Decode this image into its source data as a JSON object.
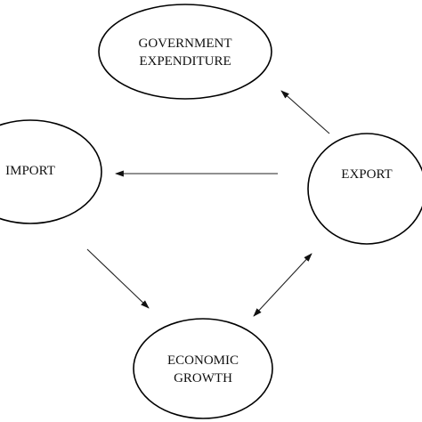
{
  "diagram": {
    "nodes": {
      "government": {
        "line1": "GOVERNMENT",
        "line2": "EXPENDITURE"
      },
      "import": {
        "label": "IMPORT"
      },
      "export": {
        "label": "EXPORT"
      },
      "growth": {
        "line1": "ECONOMIC",
        "line2": "GROWTH"
      }
    },
    "edges": [
      {
        "from": "export",
        "to": "government",
        "direction": "forward"
      },
      {
        "from": "export",
        "to": "import",
        "direction": "forward"
      },
      {
        "from": "import",
        "to": "growth",
        "direction": "forward"
      },
      {
        "from": "export",
        "to": "growth",
        "direction": "both"
      }
    ],
    "colors": {
      "stroke": "#000000",
      "background": "#ffffff",
      "text": "#111111"
    }
  }
}
